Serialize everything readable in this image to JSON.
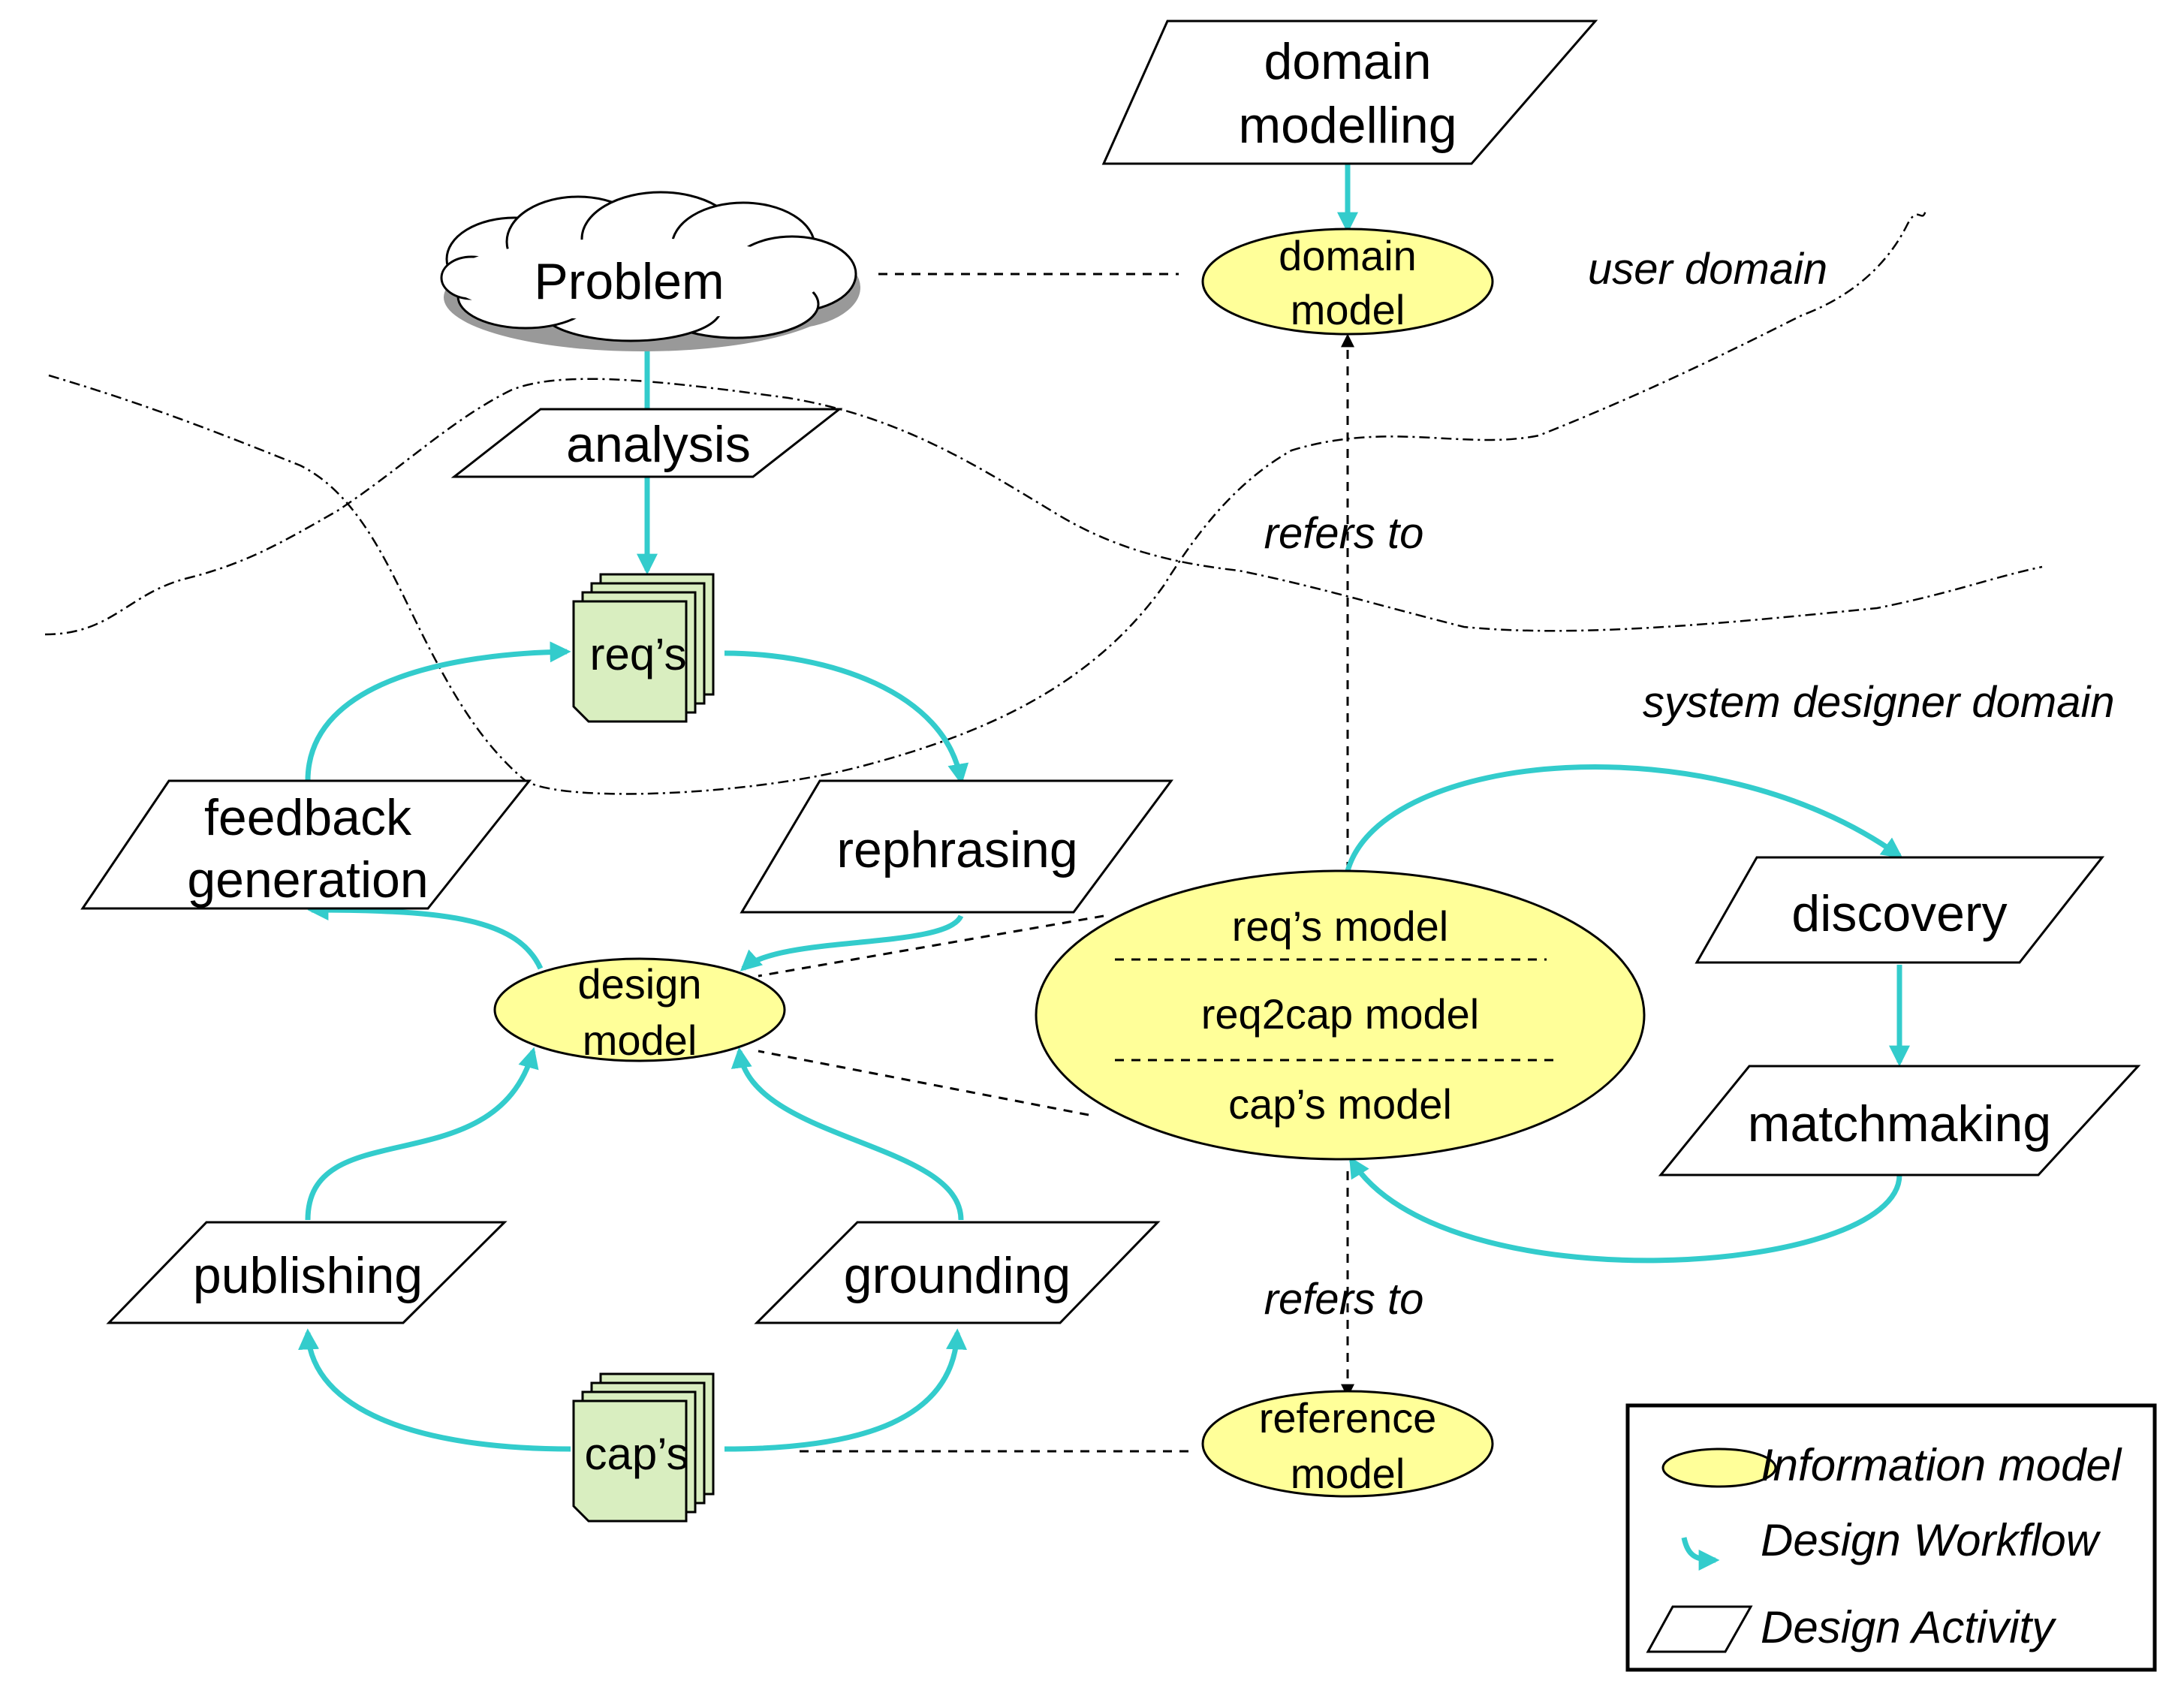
{
  "activities": {
    "domain_modelling": [
      "domain",
      "modelling"
    ],
    "analysis": "analysis",
    "feedback_generation": [
      "feedback",
      "generation"
    ],
    "rephrasing": "rephrasing",
    "publishing": "publishing",
    "grounding": "grounding",
    "discovery": "discovery",
    "matchmaking": "matchmaking"
  },
  "models": {
    "domain_model": [
      "domain",
      "model"
    ],
    "design_model": [
      "design",
      "model"
    ],
    "reference_model": [
      "reference",
      "model"
    ],
    "composite": [
      "req’s model",
      "req2cap model",
      "cap’s model"
    ]
  },
  "documents": {
    "reqs": "req’s",
    "caps": "cap’s"
  },
  "problem": "Problem",
  "labels": {
    "refers_to_top": "refers to",
    "refers_to_bottom": "refers to",
    "user_domain": "user domain",
    "system_designer_domain": "system designer domain"
  },
  "legend": {
    "information_model": "Information model",
    "design_workflow": "Design Workflow",
    "design_activity": "Design Activity"
  },
  "colors": {
    "workflow": "#33cccc",
    "information_model_fill": "#ffff99",
    "document_fill": "#d9eec0"
  }
}
